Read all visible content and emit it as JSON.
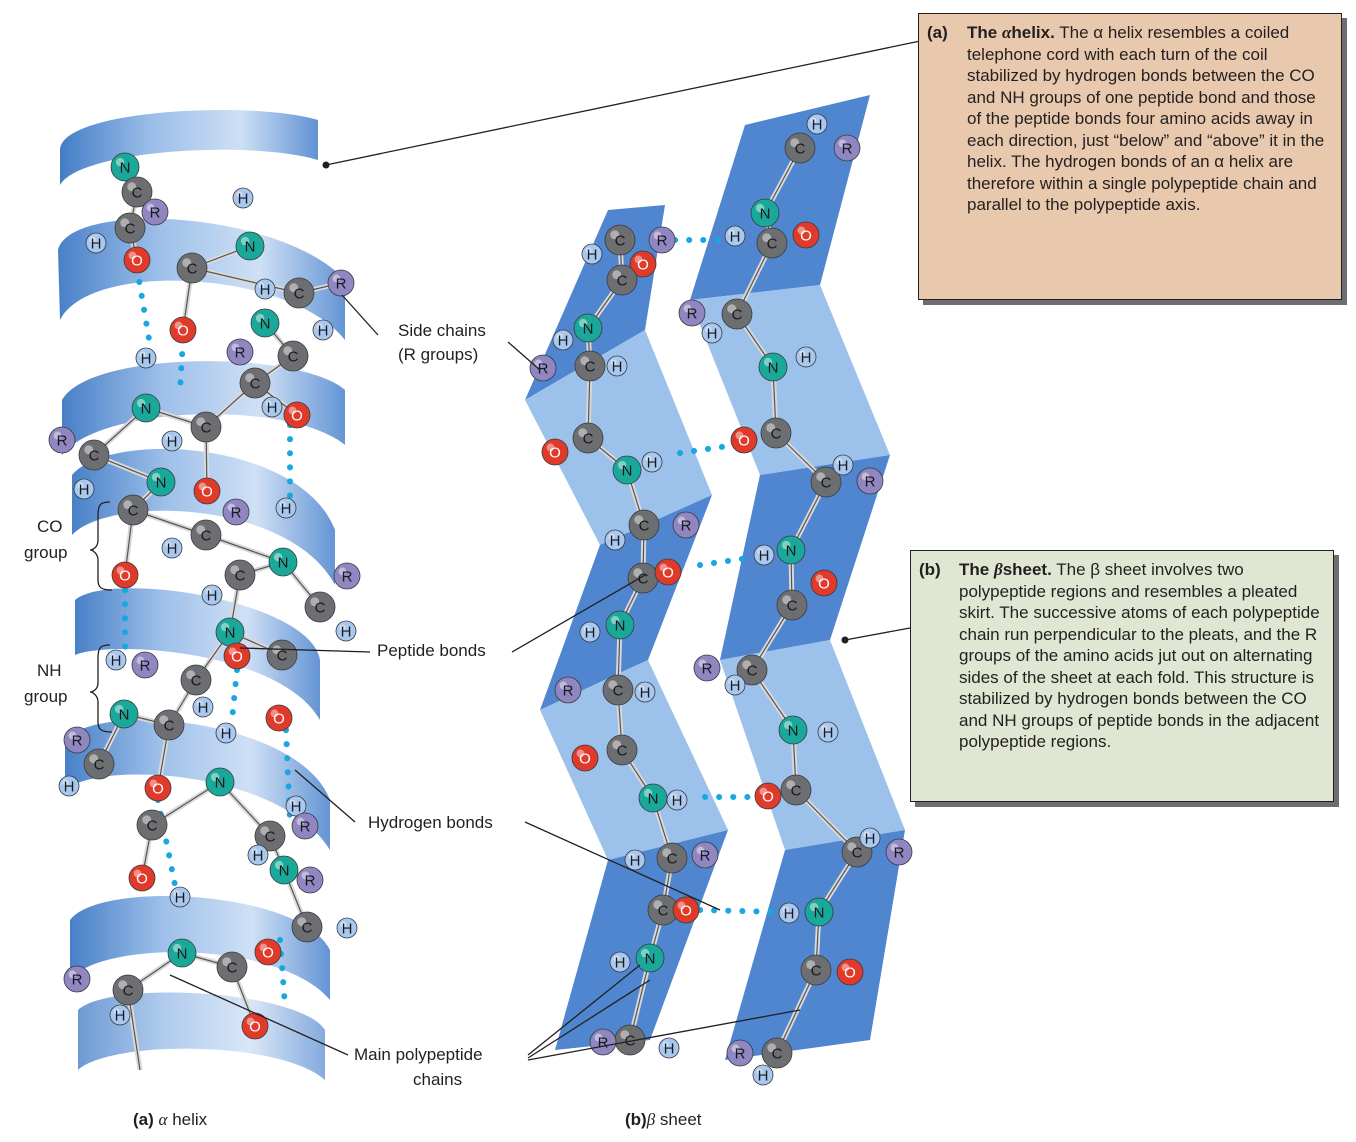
{
  "box_a": {
    "tag": "(a)",
    "title_pre": "The",
    "title_greek": "α",
    "title_post": "helix.",
    "text": "The α helix resembles a coiled telephone cord with each turn of the coil stabilized by hydrogen bonds between the CO and NH groups of one peptide bond and those of the peptide bonds four amino acids away in each direction, just “below” and “above” it in the helix. The hydrogen bonds of an α helix are therefore within a single polypeptide chain and parallel to the polypeptide axis."
  },
  "box_b": {
    "tag": "(b)",
    "title_pre": "The",
    "title_greek": "β",
    "title_post": "sheet.",
    "text": "The β sheet involves two polypeptide regions and resembles a pleated skirt. The successive atoms of each polypeptide chain run perpendicular to the pleats, and the R groups of the amino acids jut out on alternating sides of the sheet at each fold. This structure is stabilized by hydrogen bonds between the CO and NH groups of peptide bonds in the adjacent polypeptide regions."
  },
  "labels": {
    "side_chains_1": "Side chains",
    "side_chains_2": "(R groups)",
    "co_group_1": "CO",
    "co_group_2": "group",
    "nh_group_1": "NH",
    "nh_group_2": "group",
    "peptide_bonds": "Peptide bonds",
    "hydrogen_bonds": "Hydrogen bonds",
    "main_chains_1": "Main polypeptide",
    "main_chains_2": "chains"
  },
  "captions": {
    "a_tag": "(a)",
    "a_greek": "α",
    "a_text": "helix",
    "b_tag": "(b)",
    "b_greek": "β",
    "b_text": "sheet"
  },
  "atom_labels": {
    "carbon": "C",
    "nitrogen": "N",
    "oxygen": "O",
    "hydrogen": "H",
    "r_group": "R"
  },
  "colors": {
    "carbon": "#6d6e71",
    "nitrogen": "#1aa89a",
    "oxygen": "#e03a2a",
    "hydrogen": "#a9c8ef",
    "r_group": "#8f86c2",
    "ribbon": "#5b8fd0",
    "hydrogen_bond": "#19a7e0",
    "box_a_bg": "#e8c9ae",
    "box_b_bg": "#dfe6d1"
  }
}
